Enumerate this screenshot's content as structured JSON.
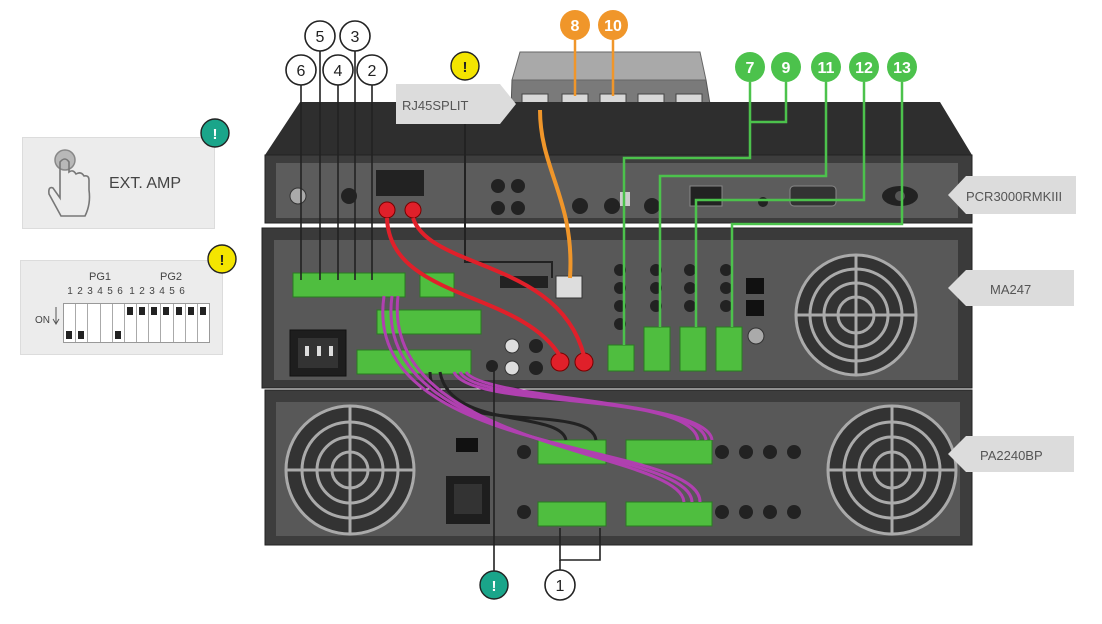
{
  "callouts": {
    "c1": "1",
    "c2": "2",
    "c3": "3",
    "c4": "4",
    "c5": "5",
    "c6": "6",
    "c7": "7",
    "c8": "8",
    "c9": "9",
    "c10": "10",
    "c11": "11",
    "c12": "12",
    "c13": "13"
  },
  "warning_mark": "!",
  "device_labels": {
    "rj45split": "RJ45SPLIT",
    "pcr": "PCR3000RMKIII",
    "ma": "MA247",
    "pa": "PA2240BP"
  },
  "ext_amp": {
    "label": "EXT. AMP"
  },
  "dip": {
    "group1": "PG1",
    "group2": "PG2",
    "on_label": "ON",
    "numbers1": [
      "1",
      "2",
      "3",
      "4",
      "5",
      "6"
    ],
    "numbers2": [
      "1",
      "2",
      "3",
      "4",
      "5",
      "6"
    ]
  },
  "colors": {
    "orange": "#f0962a",
    "green": "#4cc24c",
    "teal": "#1aa58a",
    "yellow": "#f4e500",
    "red": "#e0202a",
    "purple": "#b040b0",
    "device_dark": "#3a3a3a",
    "device_face": "#585858"
  }
}
